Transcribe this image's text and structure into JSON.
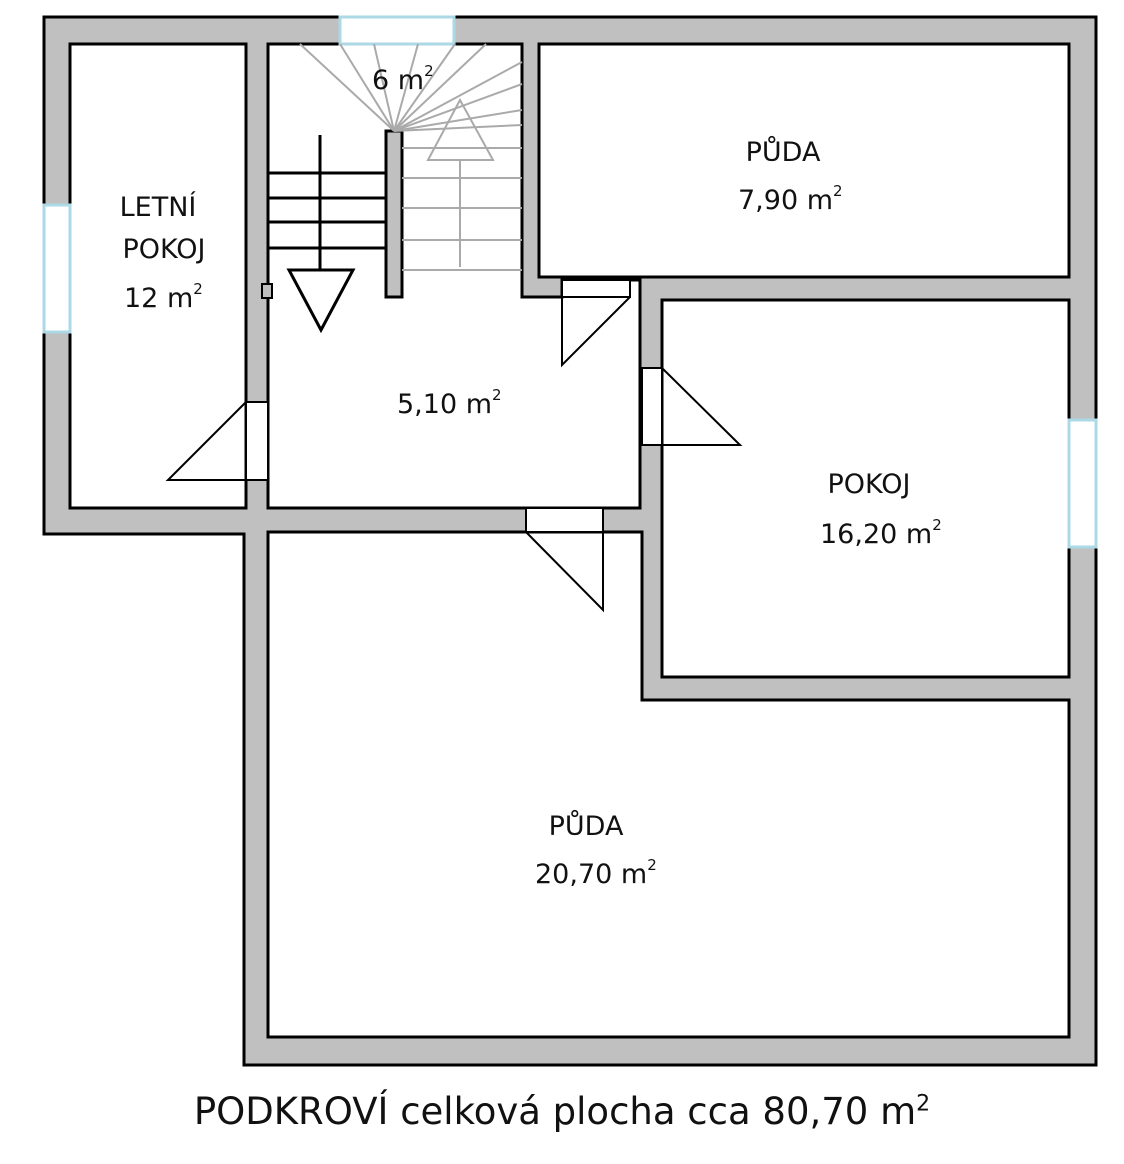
{
  "floorplan": {
    "rooms": {
      "letni_pokoj": {
        "name_line1": "LETNÍ",
        "name_line2": "POKOJ",
        "area": "12 m",
        "area_sup": "2"
      },
      "stairwell": {
        "area": "6 m",
        "area_sup": "2"
      },
      "hall": {
        "area": "5,10 m",
        "area_sup": "2"
      },
      "puda_small": {
        "name": "PŮDA",
        "area": "7,90 m",
        "area_sup": "2"
      },
      "pokoj": {
        "name": "POKOJ",
        "area": "16,20 m",
        "area_sup": "2"
      },
      "puda_large": {
        "name": "PŮDA",
        "area": "20,70 m",
        "area_sup": "2"
      }
    },
    "caption": {
      "text": "PODKROVÍ celková plocha cca 80,70 m",
      "sup": "2"
    },
    "colors": {
      "wall_fill": "#c0c0c0",
      "wall_stroke": "#000000",
      "window": "#add8e6",
      "stairs": "#aaaaaa"
    }
  }
}
